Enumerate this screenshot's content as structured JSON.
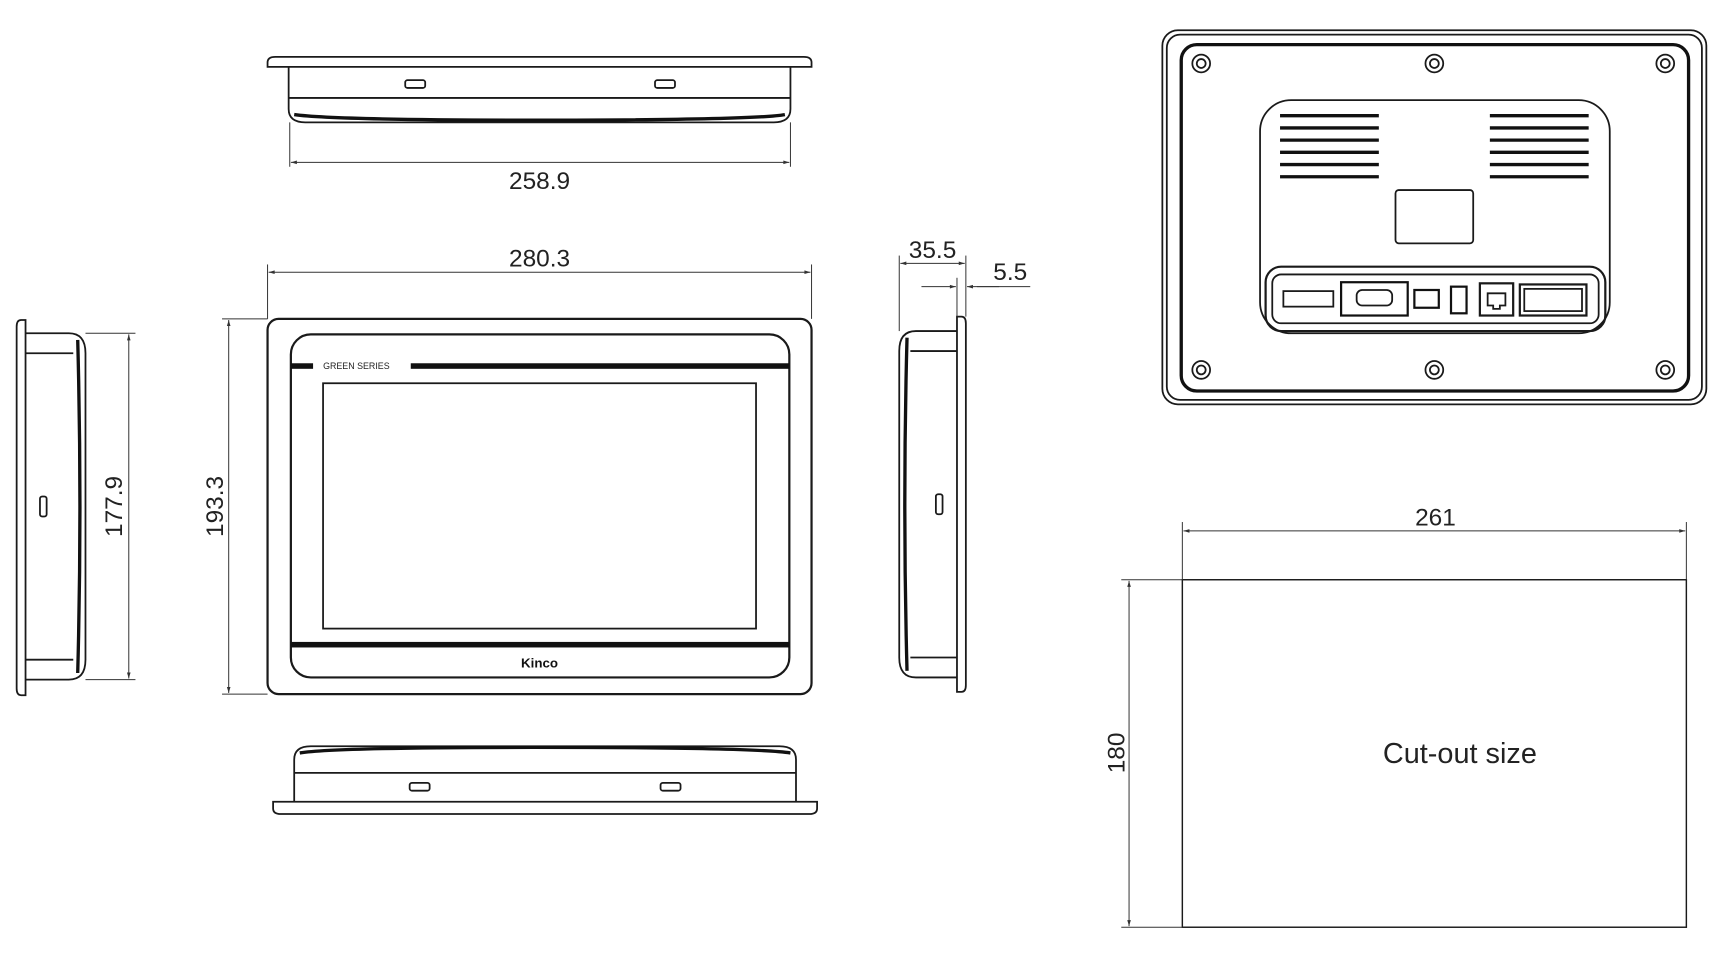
{
  "dimensions": {
    "top_width": "258.9",
    "front_width": "280.3",
    "front_height": "193.3",
    "side_height": "177.9",
    "depth": "35.5",
    "flange": "5.5",
    "cutout_width": "261",
    "cutout_height": "180"
  },
  "front_panel": {
    "series_label": "GREEN  SERIES",
    "brand": "Kinco"
  },
  "cutout": {
    "label": "Cut-out size"
  },
  "colors": {
    "line": "#1a1a1a",
    "background": "#ffffff"
  }
}
